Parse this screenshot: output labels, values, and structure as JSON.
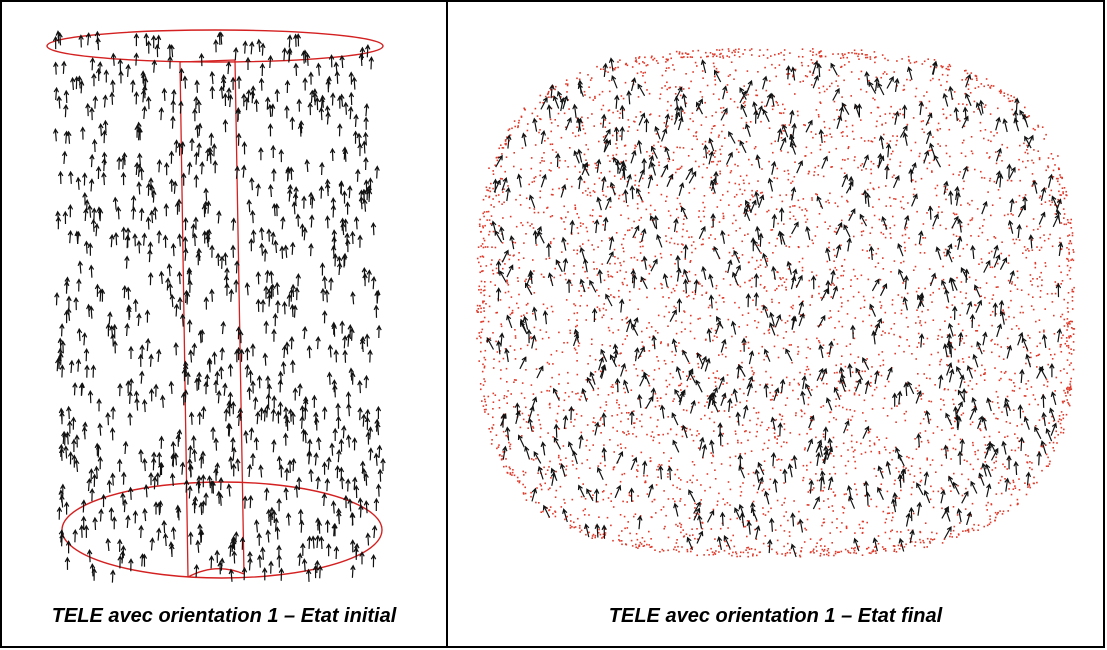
{
  "figure": {
    "panels": [
      {
        "caption": "TELE avec orientation 1 – Etat initial",
        "state": "initial"
      },
      {
        "caption": "TELE avec orientation 1 – Etat final",
        "state": "final"
      }
    ],
    "colors": {
      "border": "#000000",
      "outline": "#d42020",
      "arrow": "#111111",
      "point": "#e03a2a"
    }
  }
}
